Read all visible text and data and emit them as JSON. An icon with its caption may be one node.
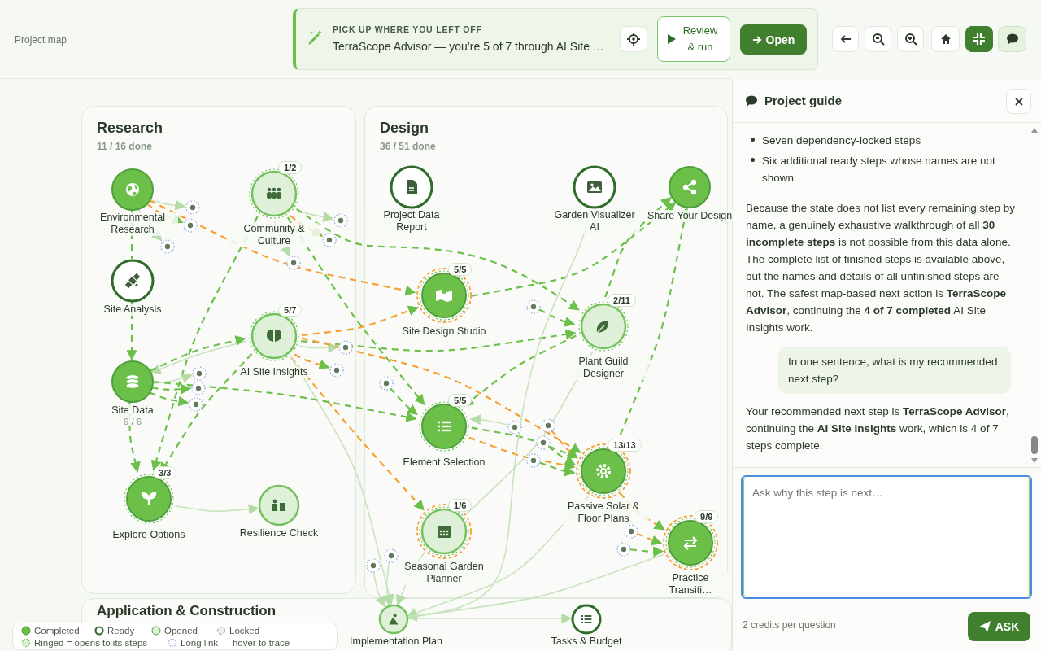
{
  "diagram": {
    "nodes": [
      {
        "text": [
          "Research",
          "11 / 16 done"
        ]
      },
      {
        "text": [
          "Design",
          "36 / 51 done"
        ]
      },
      {
        "text": [
          "Application & Construction"
        ]
      },
      {
        "text": [
          "Environmental Research"
        ],
        "in": 0
      },
      {
        "text": [
          "1/2",
          "Community & Culture"
        ],
        "in": 0
      },
      {
        "text": [
          "Site Analysis"
        ],
        "in": 0
      },
      {
        "text": [
          "5/7",
          "AI Site Insights"
        ],
        "in": 0
      },
      {
        "text": [
          "Site Data",
          "6 / 6"
        ],
        "in": 0
      },
      {
        "text": [
          "3/3",
          "Explore Options"
        ],
        "in": 0
      },
      {
        "text": [
          "Resilience Check"
        ],
        "in": 0
      },
      {
        "text": [
          "Project Data Report"
        ],
        "in": 1
      },
      {
        "text": [
          "Garden Visualizer AI"
        ],
        "in": 1
      },
      {
        "text": [
          "Share Your Design"
        ],
        "in": 1
      },
      {
        "text": [
          "5/5",
          "Site Design Studio"
        ],
        "in": 1
      },
      {
        "text": [
          "2/11",
          "Plant Guild Designer"
        ],
        "in": 1
      },
      {
        "text": [
          "5/5",
          "Element Selection"
        ],
        "in": 1
      },
      {
        "text": [
          "13/13",
          "Passive Solar & Floor Plans"
        ],
        "in": 1
      },
      {
        "text": [
          "1/6",
          "Seasonal Garden Planner"
        ],
        "in": 1
      },
      {
        "text": [
          "9/9",
          "Practice Transiti…"
        ],
        "in": 1
      },
      {
        "text": [
          "Implementation Plan"
        ],
        "in": 2
      },
      {
        "text": [
          "Tasks & Budget"
        ],
        "in": 2
      },
      {
        "text": [],
        "shape": "circle",
        "in": 0
      },
      {
        "text": [],
        "shape": "circle",
        "in": 0
      },
      {
        "text": [],
        "shape": "circle",
        "in": 0
      },
      {
        "text": [],
        "shape": "circle",
        "in": 0
      },
      {
        "text": [],
        "shape": "circle",
        "in": 0
      },
      {
        "text": [],
        "shape": "circle",
        "in": 0
      },
      {
        "text": [],
        "shape": "circle",
        "in": 0
      },
      {
        "text": [],
        "shape": "circle",
        "in": 0
      },
      {
        "text": [],
        "shape": "circle",
        "in": 0
      },
      {
        "text": [],
        "shape": "circle",
        "in": 0
      },
      {
        "text": [],
        "shape": "circle",
        "in": 0
      },
      {
        "text": [],
        "shape": "circle",
        "in": 1
      },
      {
        "text": [],
        "shape": "circle",
        "in": 1
      },
      {
        "text": [],
        "shape": "circle",
        "in": 1
      },
      {
        "text": [],
        "shape": "circle",
        "in": 1
      },
      {
        "text": [],
        "shape": "circle",
        "in": 1
      },
      {
        "text": [],
        "shape": "circle",
        "in": 1
      },
      {
        "text": [],
        "shape": "circle",
        "in": 1
      },
      {
        "text": [],
        "shape": "circle",
        "in": 1
      },
      {
        "text": [],
        "shape": "circle",
        "in": 1
      },
      {
        "text": [],
        "shape": "circle",
        "in": 1
      }
    ],
    "edges": [
      {
        "from": 3,
        "to": 5,
        "arrow": "none",
        "style": "dashed"
      },
      {
        "from": 5,
        "to": 7,
        "arrow": "to",
        "style": "dashed"
      },
      {
        "from": 3,
        "to": 21,
        "arrow": "to",
        "color": "#c8e4bd"
      },
      {
        "from": 3,
        "to": 22,
        "arrow": "to",
        "style": "dashed",
        "color": "#f5a030"
      },
      {
        "from": 3,
        "to": 23,
        "arrow": "to",
        "color": "#c8e4bd"
      },
      {
        "from": 3,
        "to": 13,
        "arrow": "to",
        "style": "dashed",
        "color": "#f5a030"
      },
      {
        "from": 4,
        "to": 24,
        "arrow": "to",
        "color": "#c8e4bd"
      },
      {
        "from": 4,
        "to": 25,
        "arrow": "to",
        "style": "dashed",
        "color": "#f5a030"
      },
      {
        "from": 4,
        "to": 26,
        "arrow": "to",
        "color": "#c8e4bd"
      },
      {
        "from": 4,
        "to": 15,
        "arrow": "to",
        "style": "dashed"
      },
      {
        "from": 4,
        "to": 14,
        "arrow": "to",
        "style": "dashed"
      },
      {
        "from": 4,
        "to": 8,
        "arrow": "to",
        "style": "dashed"
      },
      {
        "from": 6,
        "to": 7,
        "arrow": "to",
        "color": "#c8e4bd"
      },
      {
        "from": 7,
        "to": 6,
        "arrow": "to",
        "style": "dashed"
      },
      {
        "from": 6,
        "to": 13,
        "arrow": "to",
        "style": "dashed",
        "color": "#f5a030"
      },
      {
        "from": 6,
        "to": 14,
        "arrow": "to",
        "style": "dashed"
      },
      {
        "from": 6,
        "to": 27,
        "arrow": "to",
        "color": "#c8e4bd"
      },
      {
        "from": 6,
        "to": 28,
        "arrow": "to",
        "style": "dashed",
        "color": "#f5a030"
      },
      {
        "from": 6,
        "to": 16,
        "arrow": "to",
        "style": "dashed",
        "color": "#f5a030"
      },
      {
        "from": 6,
        "to": 17,
        "arrow": "to",
        "style": "dashed",
        "color": "#f5a030"
      },
      {
        "from": 6,
        "to": 19,
        "arrow": "to",
        "color": "#c8e4bd"
      },
      {
        "from": 7,
        "to": 29,
        "arrow": "to",
        "color": "#c8e4bd"
      },
      {
        "from": 7,
        "to": 30,
        "arrow": "to",
        "style": "dashed"
      },
      {
        "from": 7,
        "to": 31,
        "arrow": "to",
        "style": "dashed"
      },
      {
        "from": 7,
        "to": 8,
        "arrow": "to",
        "style": "dashed"
      },
      {
        "from": 7,
        "to": 15,
        "arrow": "to",
        "style": "dashed"
      },
      {
        "from": 6,
        "to": 8,
        "arrow": "to",
        "style": "dashed"
      },
      {
        "from": 8,
        "to": 9,
        "arrow": "to",
        "color": "#c8e4bd"
      },
      {
        "from": 13,
        "to": 12,
        "arrow": "to",
        "style": "dashed"
      },
      {
        "from": 14,
        "to": 12,
        "arrow": "to",
        "style": "dashed"
      },
      {
        "from": 16,
        "to": 12,
        "arrow": "to",
        "style": "dashed"
      },
      {
        "from": 14,
        "to": 15,
        "arrow": "to",
        "style": "dashed"
      },
      {
        "from": 15,
        "to": 16,
        "arrow": "to",
        "style": "dashed"
      },
      {
        "from": 15,
        "to": 16,
        "arrow": "to",
        "style": "dashed",
        "color": "#f5a030"
      },
      {
        "from": 32,
        "to": 15,
        "arrow": "to",
        "style": "dashed"
      },
      {
        "from": 33,
        "to": 14,
        "arrow": "to",
        "style": "dashed"
      },
      {
        "from": 34,
        "to": 15,
        "arrow": "to",
        "color": "#c8e4bd"
      },
      {
        "from": 35,
        "to": 16,
        "arrow": "to",
        "style": "dashed",
        "color": "#f5a030"
      },
      {
        "from": 36,
        "to": 16,
        "arrow": "to",
        "style": "dashed"
      },
      {
        "from": 37,
        "to": 16,
        "arrow": "to",
        "style": "dashed"
      },
      {
        "from": 16,
        "to": 18,
        "arrow": "to",
        "style": "dashed",
        "color": "#f5a030"
      },
      {
        "from": 38,
        "to": 18,
        "arrow": "to",
        "style": "dashed",
        "color": "#f5a030"
      },
      {
        "from": 39,
        "to": 18,
        "arrow": "to",
        "style": "dashed"
      },
      {
        "from": 16,
        "to": 19,
        "arrow": "to",
        "color": "#c8e4bd"
      },
      {
        "from": 17,
        "to": 19,
        "arrow": "to",
        "color": "#c8e4bd"
      },
      {
        "from": 18,
        "to": 19,
        "arrow": "to",
        "color": "#c8e4bd"
      },
      {
        "from": 19,
        "to": 20,
        "arrow": "to",
        "color": "#c8e4bd"
      },
      {
        "from": 40,
        "to": 19,
        "arrow": "to",
        "color": "#c8e4bd"
      },
      {
        "from": 41,
        "to": 19,
        "arrow": "to",
        "color": "#c8e4bd"
      },
      {
        "from": 19,
        "to": 11,
        "arrow": "none",
        "color": "#c8e4bd"
      },
      {
        "from": 14,
        "to": 17,
        "arrow": "none",
        "color": "#c8e4bd"
      }
    ],
    "labels": [
      "Project map",
      "PICK UP WHERE YOU LEFT OFF",
      "TerraScope Advisor — you’re 5 of 7 through AI Site …",
      "Review & run",
      "Open",
      "Project guide",
      "Seven dependency-locked steps",
      "Six additional ready steps whose names are not shown",
      "Because the state does not list every remaining step by name, a genuinely exhaustive walkthrough of all **30 incomplete steps** is not possible from this data alone. The complete list of finished steps is available above, but the names and details of all unfinished steps are not. The safest map-based next action is **TerraScope Advisor**, continuing the **4 of 7 completed** AI Site Insights work.",
      "In one sentence, what is my recommended next step?",
      "Your recommended next step is **TerraScope Advisor**, continuing the **AI Site Insights** work, which is 4 of 7 steps complete.",
      "Ask why this step is next…",
      "2 credits per question",
      "ASK"
    ],
    "legend": [
      {
        "text": "Completed",
        "color": "#6cc04a"
      },
      {
        "text": "Ready"
      },
      {
        "text": "Opened",
        "color": "#dff0d8"
      },
      {
        "text": "Locked"
      },
      {
        "text": "Ringed = opens to its steps"
      },
      {
        "text": "Long link — hover to trace"
      }
    ]
  }
}
